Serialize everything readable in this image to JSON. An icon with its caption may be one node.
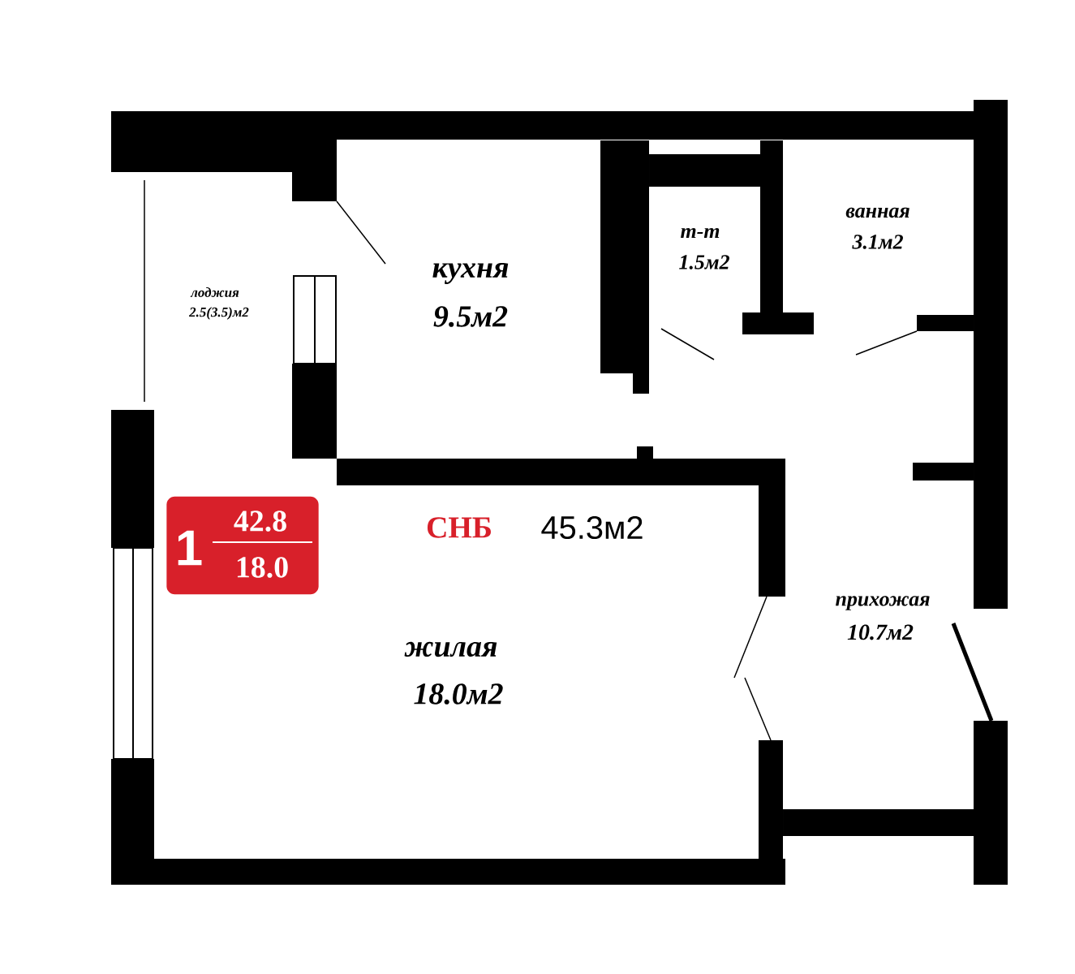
{
  "diagram": {
    "nodes": [
      {
        "text": [
          "1",
          "42.8",
          "18.0"
        ]
      }
    ],
    "labels": [
      "ванная",
      "3.1м2",
      "т-т",
      "1.5м2",
      "кухня",
      "9.5м2",
      "лоджия",
      "2.5(3.5)м2",
      "СНБ",
      "45.3м2",
      "прихожая",
      "10.7м2",
      "жилая",
      "18.0м2"
    ]
  }
}
